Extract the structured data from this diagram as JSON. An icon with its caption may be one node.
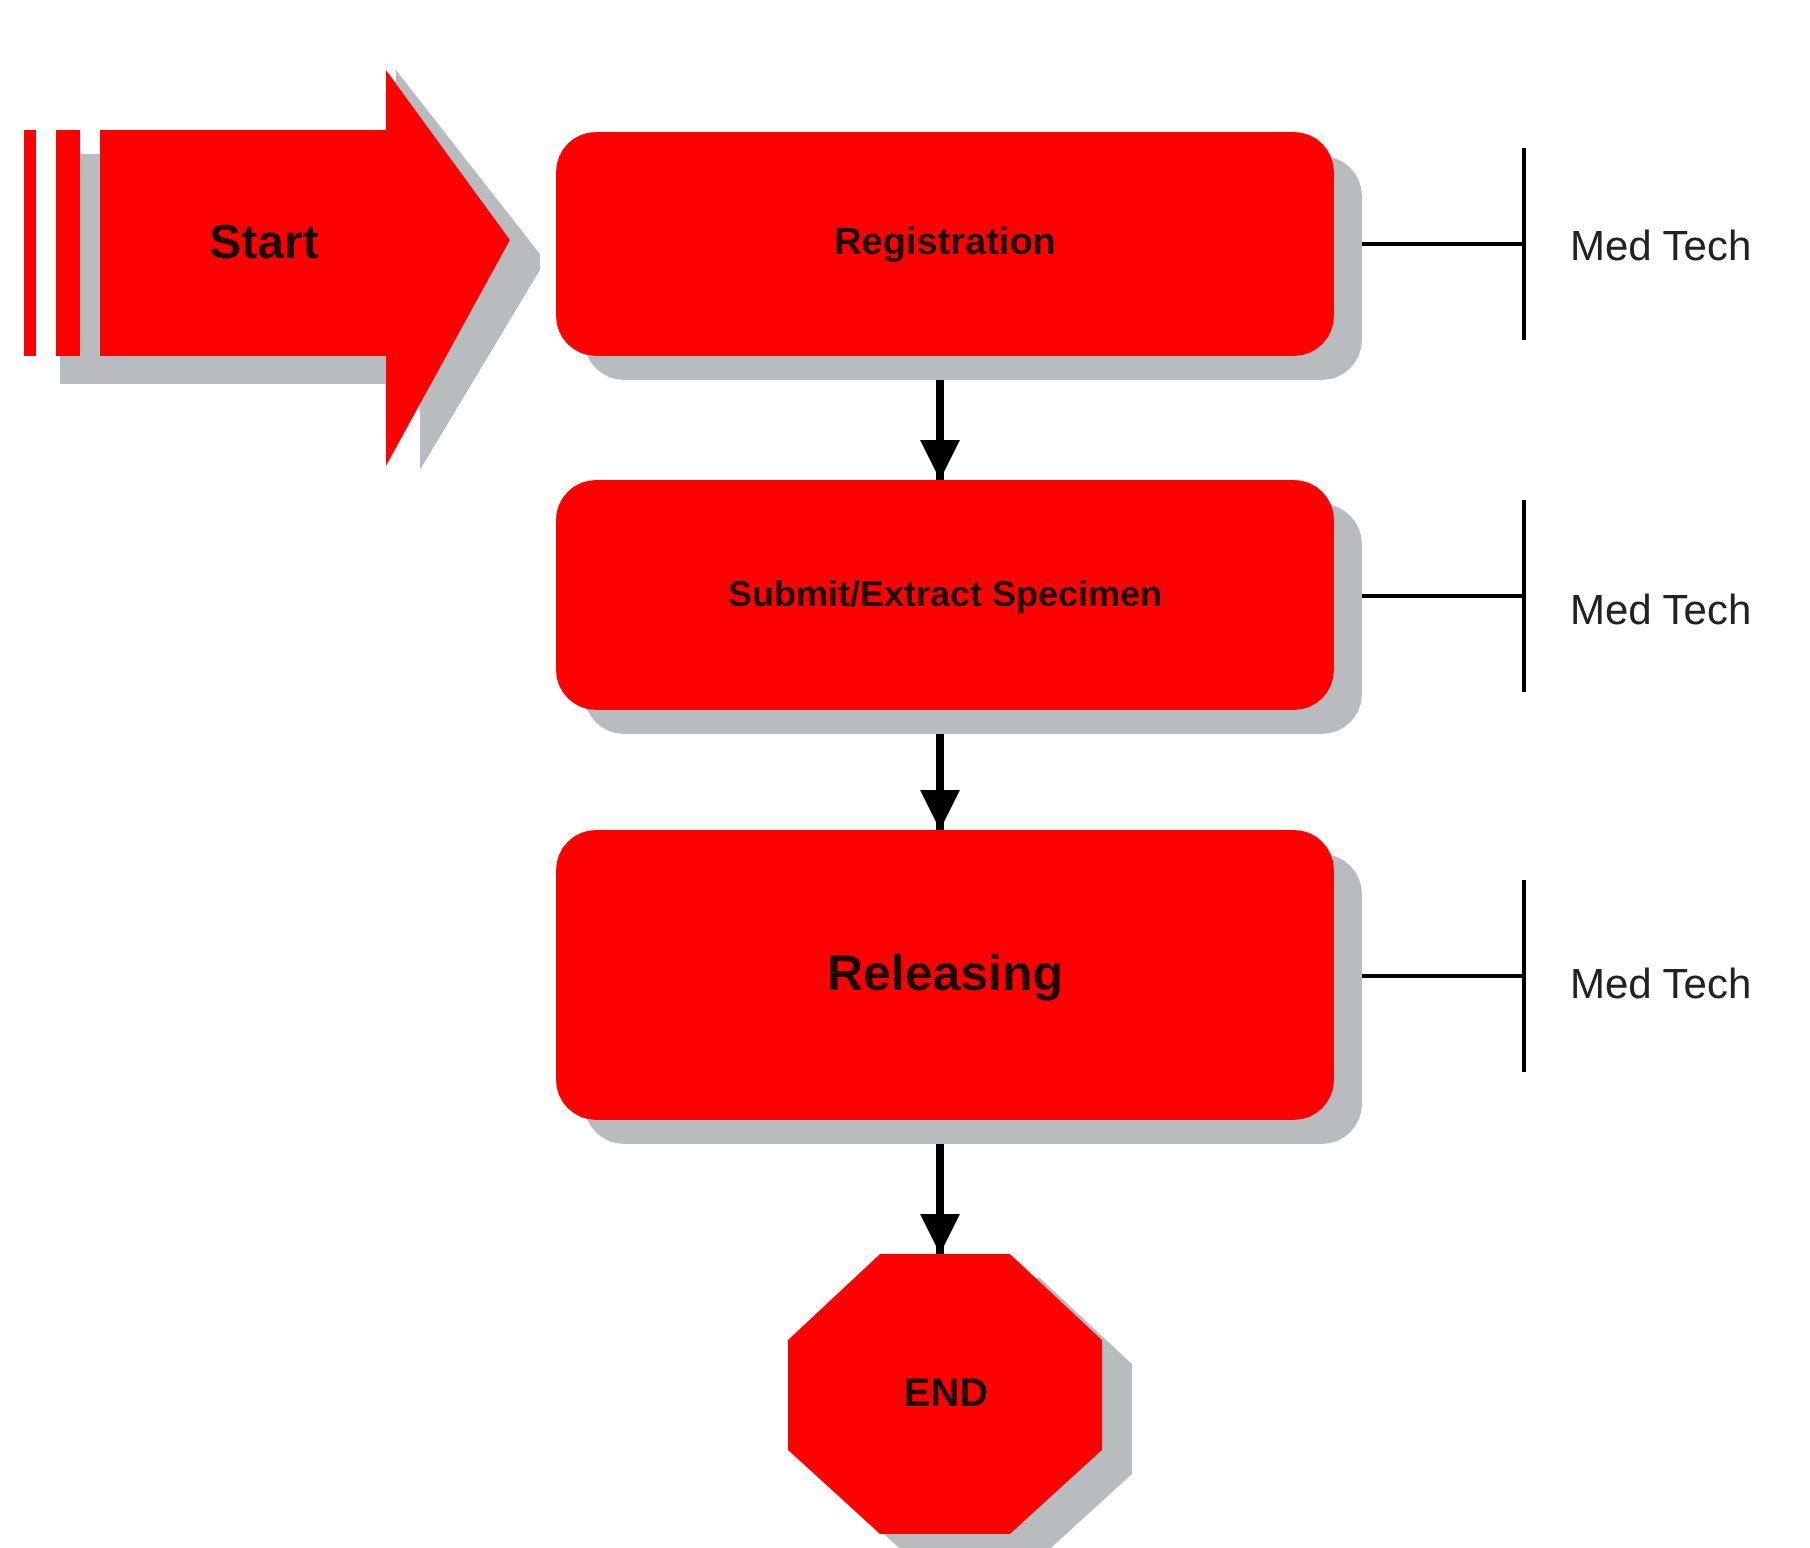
{
  "diagram": {
    "nodes": [
      {
        "text": [
          "Start"
        ]
      },
      {
        "text": [
          "Registration"
        ]
      },
      {
        "text": [
          "Submit/Extract Specimen"
        ]
      },
      {
        "text": [
          "Releasing"
        ]
      },
      {
        "text": [
          "END"
        ]
      },
      {
        "text": [
          "Med Tech"
        ]
      },
      {
        "text": [
          "Med Tech"
        ]
      },
      {
        "text": [
          "Med Tech"
        ]
      }
    ],
    "edges": [
      {
        "from": 1,
        "to": 2,
        "arrow": "to",
        "style": "thick"
      },
      {
        "from": 2,
        "to": 3,
        "arrow": "to",
        "style": "thick"
      },
      {
        "from": 3,
        "to": 4,
        "arrow": "to",
        "style": "thick"
      },
      {
        "from": 1,
        "to": 5,
        "arrow": "other"
      },
      {
        "from": 2,
        "to": 6,
        "arrow": "other"
      },
      {
        "from": 3,
        "to": 7,
        "arrow": "other"
      }
    ]
  }
}
